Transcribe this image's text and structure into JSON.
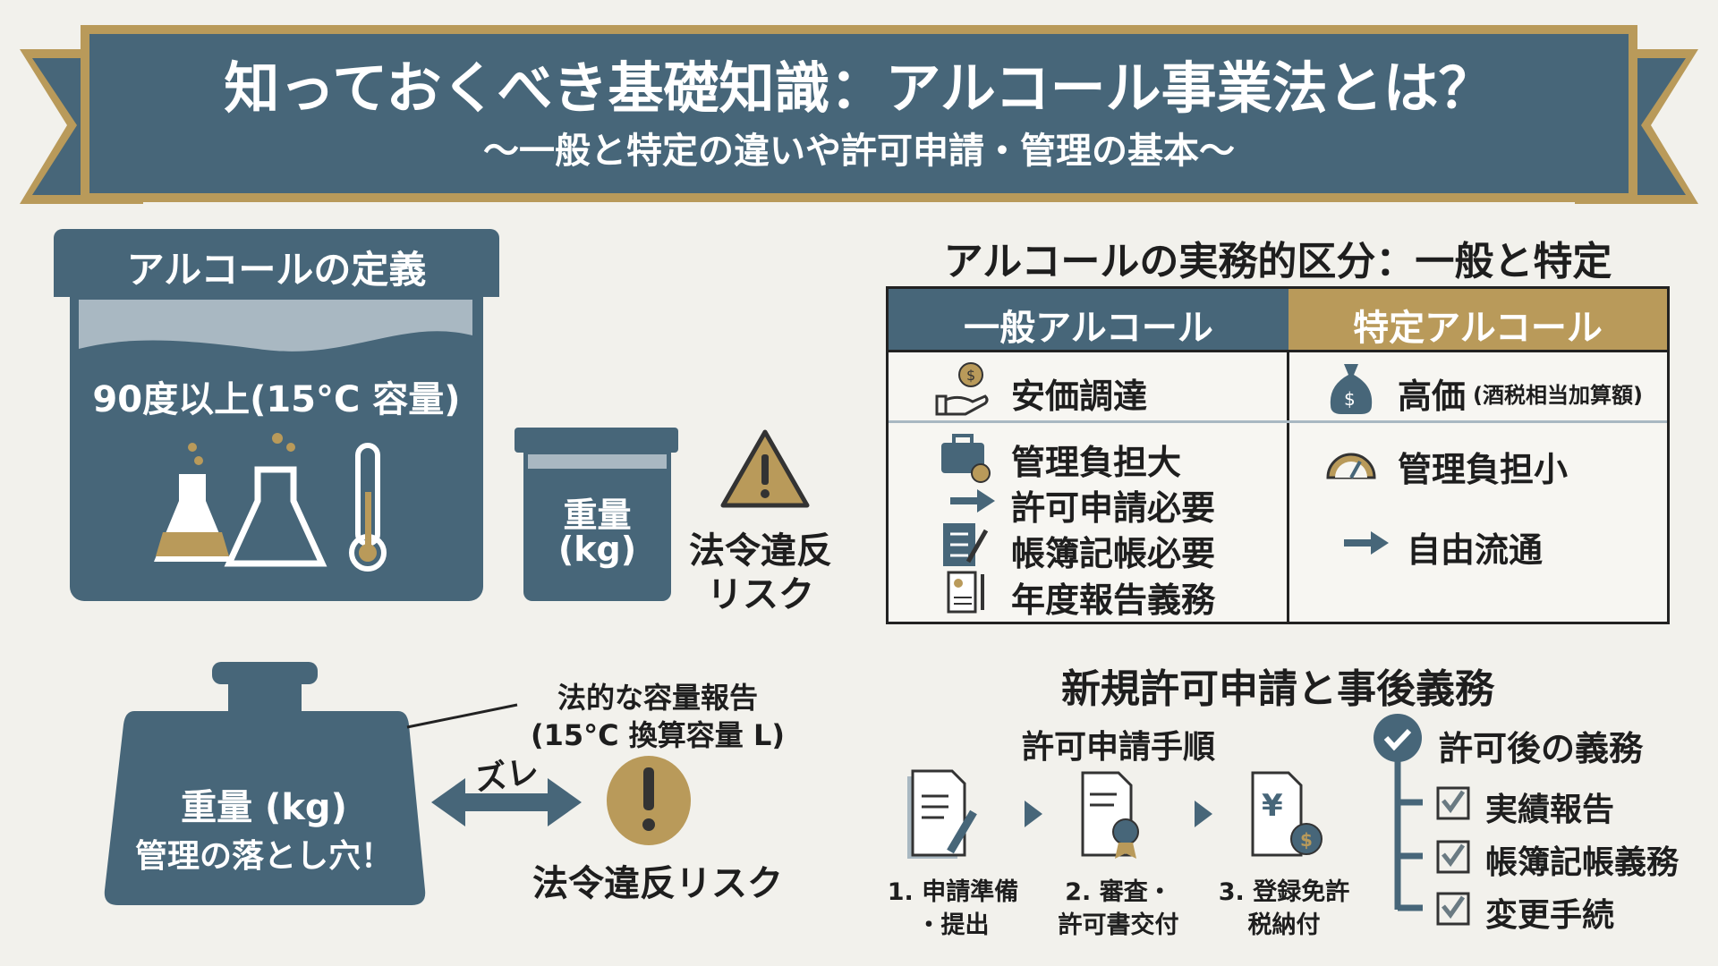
{
  "colors": {
    "primary": "#476679",
    "gold": "#b99a5a",
    "background": "#f2f1ec",
    "light": "#a9b8c2"
  },
  "banner": {
    "title": "知っておくべき基礎知識：アルコール事業法とは？",
    "subtitle": "〜一般と特定の違いや許可申請・管理の基本〜"
  },
  "definition": {
    "title": "アルコールの定義",
    "condition": "90度以上(15°C 容量)",
    "weight_jar_line1": "重量",
    "weight_jar_line2": "(kg)",
    "risk_line1": "法令違反",
    "risk_line2": "リスク"
  },
  "weight_pitfall": {
    "line1": "重量 (kg)",
    "line2": "管理の落とし穴！",
    "report_line1": "法的な容量報告",
    "report_line2": "(15°C 換算容量 L)",
    "gap_label": "ズレ",
    "risk_label": "法令違反リスク"
  },
  "classification": {
    "title": "アルコールの実務的区分：一般と特定",
    "general": {
      "header": "一般アルコール",
      "price": "安価調達",
      "items": [
        "管理負担大",
        "許可申請必要",
        "帳簿記帳必要",
        "年度報告義務"
      ]
    },
    "specific": {
      "header": "特定アルコール",
      "price": "高価",
      "price_note": "(酒税相当加算額)",
      "items": [
        "管理負担小",
        "自由流通"
      ]
    }
  },
  "procedures": {
    "title": "新規許可申請と事後義務",
    "steps_title": "許可申請手順",
    "steps": [
      {
        "line1": "1. 申請準備",
        "line2": "・提出"
      },
      {
        "line1": "2. 審査・",
        "line2": "許可書交付"
      },
      {
        "line1": "3. 登録免許",
        "line2": "税納付"
      }
    ],
    "obligations_title": "許可後の義務",
    "obligations": [
      "実績報告",
      "帳簿記帳義務",
      "変更手続"
    ]
  }
}
